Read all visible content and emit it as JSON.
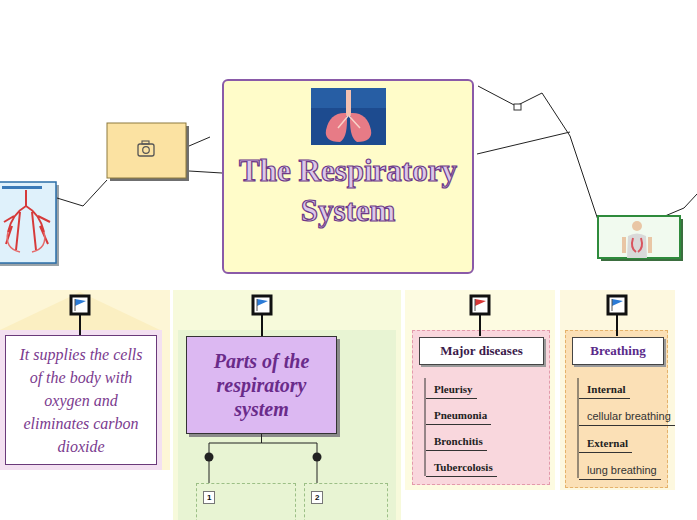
{
  "diagram": {
    "nodes": [
      {
        "text": [
          "The Respiratory System"
        ]
      },
      {
        "text": [
          "It supplies the cells of the body with oxygen and eliminates carbon dioxide"
        ]
      },
      {
        "text": [
          "Parts of the respiratory system"
        ]
      },
      {
        "text": [
          "1"
        ]
      },
      {
        "text": [
          "2"
        ]
      },
      {
        "text": [
          "Pleurisy",
          "Pneumonia",
          "Bronchitis",
          "Tubercolosis"
        ]
      },
      {
        "text": [
          "Major diseases"
        ],
        "in": 5
      },
      {
        "text": [
          "Internal",
          "cellular breathing",
          "External",
          "lung breathing"
        ]
      },
      {
        "text": [
          "Breathing"
        ],
        "in": 7
      }
    ],
    "edges": [
      {
        "from": 2,
        "to": 3,
        "arrow": "none"
      },
      {
        "from": 2,
        "to": 4,
        "arrow": "none"
      }
    ]
  }
}
